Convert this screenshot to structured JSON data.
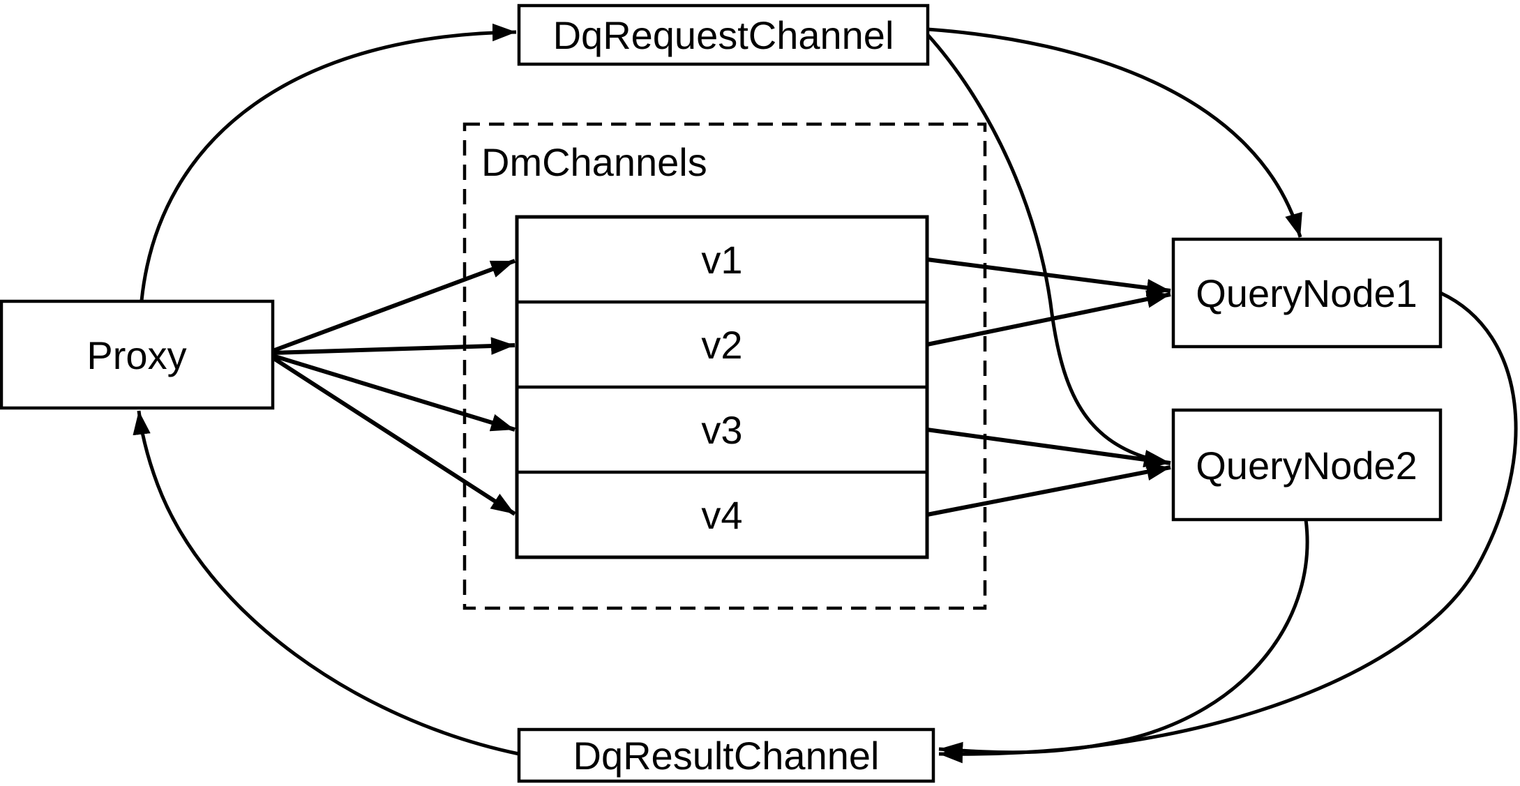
{
  "diagram": {
    "title": "query-flow-diagram",
    "colors": {
      "stroke": "#000000",
      "background": "#ffffff"
    },
    "nodes": {
      "proxy": {
        "label": "Proxy"
      },
      "dq_request_channel": {
        "label": "DqRequestChannel"
      },
      "dm_channels": {
        "label": "DmChannels"
      },
      "v1": {
        "label": "v1"
      },
      "v2": {
        "label": "v2"
      },
      "v3": {
        "label": "v3"
      },
      "v4": {
        "label": "v4"
      },
      "query_node1": {
        "label": "QueryNode1"
      },
      "query_node2": {
        "label": "QueryNode2"
      },
      "dq_result_channel": {
        "label": "DqResultChannel"
      }
    },
    "edges": [
      {
        "from": "Proxy",
        "to": "DqRequestChannel",
        "style": "curved-arrow"
      },
      {
        "from": "Proxy",
        "to": "v1",
        "style": "straight-arrow"
      },
      {
        "from": "Proxy",
        "to": "v2",
        "style": "straight-arrow"
      },
      {
        "from": "Proxy",
        "to": "v3",
        "style": "straight-arrow"
      },
      {
        "from": "Proxy",
        "to": "v4",
        "style": "straight-arrow"
      },
      {
        "from": "DqRequestChannel",
        "to": "QueryNode1",
        "style": "curved-arrow"
      },
      {
        "from": "DqRequestChannel",
        "to": "QueryNode2",
        "style": "curved-arrow"
      },
      {
        "from": "v1",
        "to": "QueryNode1",
        "style": "straight-arrow"
      },
      {
        "from": "v2",
        "to": "QueryNode1",
        "style": "straight-arrow"
      },
      {
        "from": "v3",
        "to": "QueryNode2",
        "style": "straight-arrow"
      },
      {
        "from": "v4",
        "to": "QueryNode2",
        "style": "straight-arrow"
      },
      {
        "from": "QueryNode1",
        "to": "DqResultChannel",
        "style": "curved-arrow"
      },
      {
        "from": "QueryNode2",
        "to": "DqResultChannel",
        "style": "curved-arrow"
      },
      {
        "from": "DqResultChannel",
        "to": "Proxy",
        "style": "curved-arrow"
      }
    ]
  }
}
